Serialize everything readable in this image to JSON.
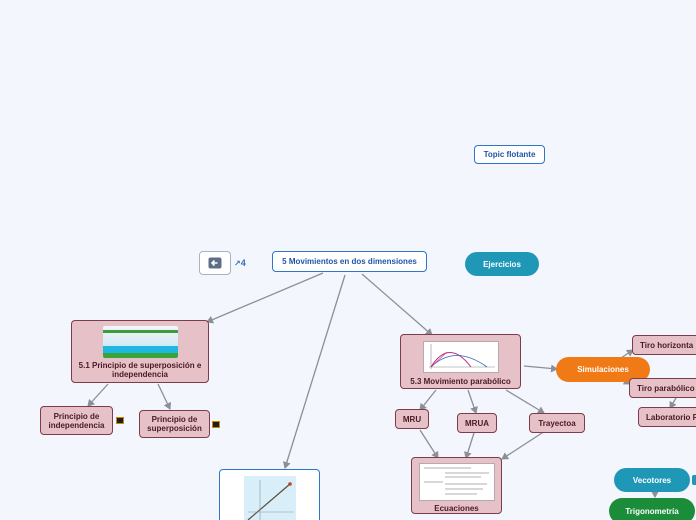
{
  "nodes": {
    "floating": "Topic flotante",
    "root": "5 Movimientos en dos dimensiones",
    "ejercicios": "Ejercicios",
    "principio": "5.1 Principio de superposición e independencia",
    "independencia": "Principio de independencia",
    "superposicion": "Principio de superposición",
    "parabolico": "5.3 Movimiento parabólico",
    "mru": "MRU",
    "mrua": "MRUA",
    "trayectoa": "Trayectoa",
    "ecuaciones": "Ecuaciones",
    "simulaciones": "Simulaciones",
    "tiro_horizontal": "Tiro horizonta",
    "tiro_parabolico": "Tiro parabólico",
    "laboratorio": "Laboratorio F",
    "vectores": "Vecotores",
    "trigonometria": "Trigonometría"
  },
  "colors": {
    "edge": "#8a8f98",
    "blue_border": "#2e76c9",
    "pink_fill": "#e6c1c8",
    "teal": "#1f98b8",
    "orange": "#f07a16",
    "green": "#1a8c3a"
  },
  "icons": {
    "back_button": "back-arrow-icon",
    "link_count": "4"
  }
}
